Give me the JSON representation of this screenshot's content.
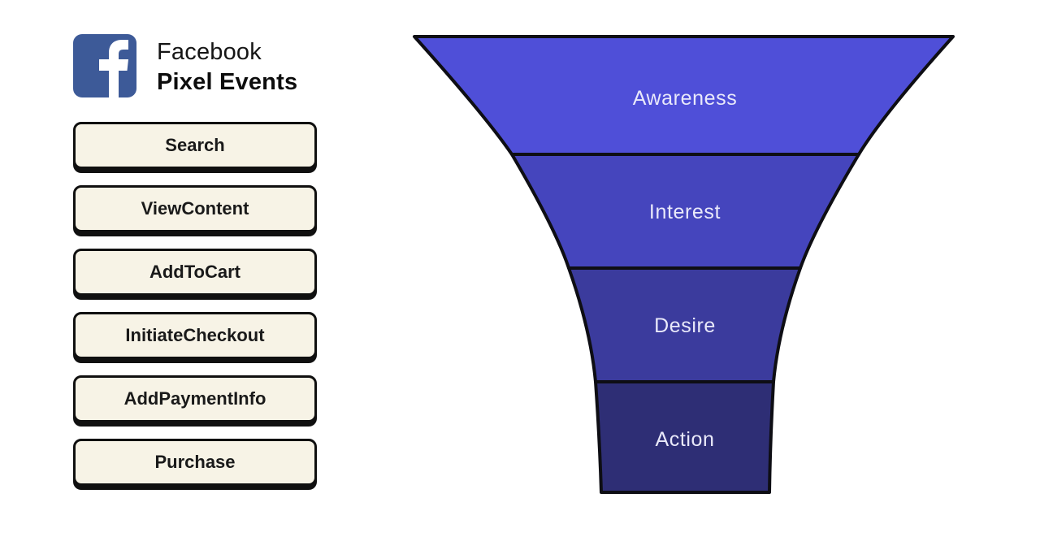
{
  "brand": {
    "line1": "Facebook",
    "line2": "Pixel Events",
    "logo_letter": "f",
    "logo_color": "#3d5a98"
  },
  "events": [
    {
      "label": "Search"
    },
    {
      "label": "ViewContent"
    },
    {
      "label": "AddToCart"
    },
    {
      "label": "InitiateCheckout"
    },
    {
      "label": "AddPaymentInfo"
    },
    {
      "label": "Purchase"
    }
  ],
  "funnel": {
    "type": "funnel",
    "stages": [
      {
        "label": "Awareness",
        "color": "#4f4fd8"
      },
      {
        "label": "Interest",
        "color": "#4545bd"
      },
      {
        "label": "Desire",
        "color": "#3b3b9d"
      },
      {
        "label": "Action",
        "color": "#2e2e75"
      }
    ],
    "outline_color": "#0e0e14",
    "label_color": "#e9e9fa"
  }
}
